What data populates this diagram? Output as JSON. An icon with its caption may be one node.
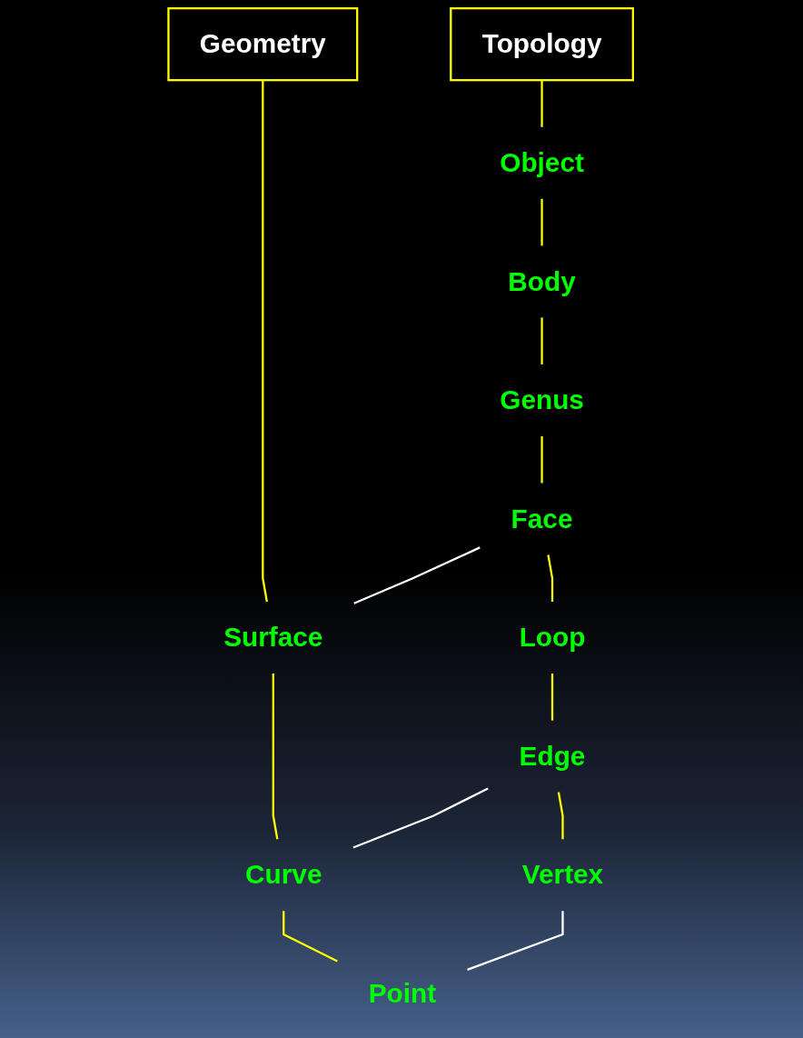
{
  "diagram": {
    "nodes": [
      {
        "text": [
          "Topology"
        ]
      },
      {
        "text": [
          "Geometry"
        ]
      },
      {
        "text": [
          "Object"
        ]
      },
      {
        "text": [
          "Body"
        ]
      },
      {
        "text": [
          "Genus"
        ]
      },
      {
        "text": [
          "Face"
        ]
      },
      {
        "text": [
          "Surface"
        ]
      },
      {
        "text": [
          "Loop"
        ]
      },
      {
        "text": [
          "Edge"
        ]
      },
      {
        "text": [
          "Curve"
        ]
      },
      {
        "text": [
          "Vertex"
        ]
      },
      {
        "text": [
          "Point"
        ]
      }
    ],
    "edges": [
      {
        "from": 0,
        "to": 2,
        "arrow": "none"
      },
      {
        "from": 2,
        "to": 3,
        "arrow": "none"
      },
      {
        "from": 3,
        "to": 4,
        "arrow": "none"
      },
      {
        "from": 4,
        "to": 5,
        "arrow": "none"
      },
      {
        "from": 5,
        "to": 7,
        "arrow": "none"
      },
      {
        "from": 7,
        "to": 8,
        "arrow": "none"
      },
      {
        "from": 8,
        "to": 10,
        "arrow": "none"
      },
      {
        "from": 1,
        "to": 6,
        "arrow": "none"
      },
      {
        "from": 6,
        "to": 9,
        "arrow": "none"
      },
      {
        "from": 9,
        "to": 11,
        "arrow": "none"
      },
      {
        "from": 5,
        "to": 6,
        "arrow": "none",
        "color": "#ffffff"
      },
      {
        "from": 8,
        "to": 9,
        "arrow": "none",
        "color": "#ffffff"
      },
      {
        "from": 10,
        "to": 11,
        "arrow": "none",
        "color": "#ffffff"
      }
    ]
  }
}
